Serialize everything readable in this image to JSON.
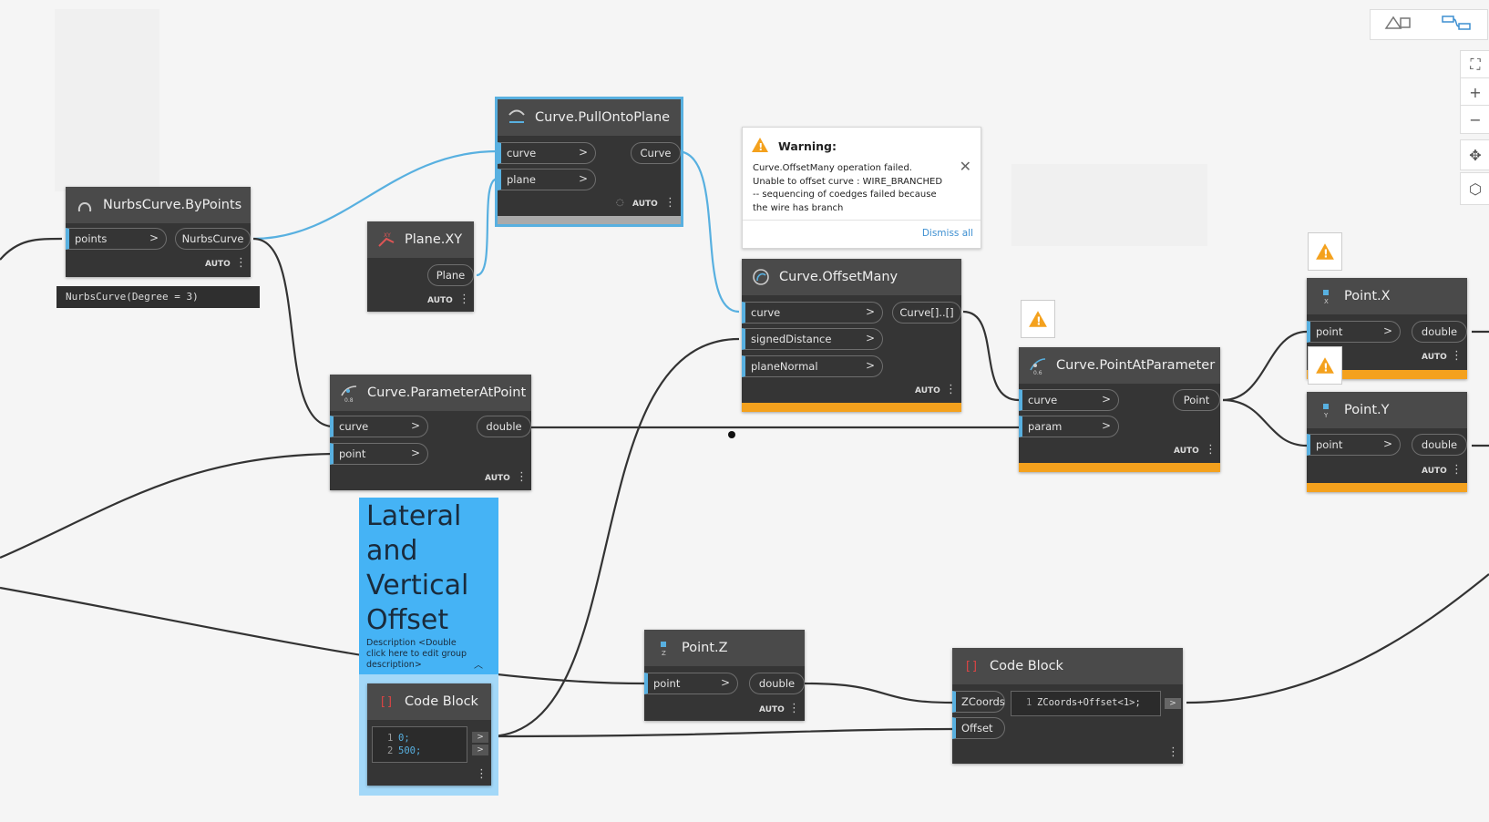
{
  "nodes": {
    "nurbs": {
      "title": "NurbsCurve.ByPoints",
      "in": [
        "points"
      ],
      "out": [
        "NurbsCurve"
      ],
      "lacing": "AUTO",
      "preview": "NurbsCurve(Degree = 3)"
    },
    "pull": {
      "title": "Curve.PullOntoPlane",
      "in": [
        "curve",
        "plane"
      ],
      "out": [
        "Curve"
      ],
      "lacing": "AUTO"
    },
    "planexy": {
      "title": "Plane.XY",
      "out": [
        "Plane"
      ],
      "lacing": "AUTO"
    },
    "offset": {
      "title": "Curve.OffsetMany",
      "in": [
        "curve",
        "signedDistance",
        "planeNormal"
      ],
      "out": [
        "Curve[]..[]"
      ],
      "lacing": "AUTO"
    },
    "paramAtPoint": {
      "title": "Curve.ParameterAtPoint",
      "in": [
        "curve",
        "point"
      ],
      "out": [
        "double"
      ],
      "lacing": "AUTO"
    },
    "pointAtParam": {
      "title": "Curve.PointAtParameter",
      "in": [
        "curve",
        "param"
      ],
      "out": [
        "Point"
      ],
      "lacing": "AUTO"
    },
    "pointx": {
      "title": "Point.X",
      "in": [
        "point"
      ],
      "out": [
        "double"
      ],
      "lacing": "AUTO"
    },
    "pointy": {
      "title": "Point.Y",
      "in": [
        "point"
      ],
      "out": [
        "double"
      ],
      "lacing": "AUTO"
    },
    "pointz": {
      "title": "Point.Z",
      "in": [
        "point"
      ],
      "out": [
        "double"
      ],
      "lacing": "AUTO"
    },
    "code1": {
      "title": "Code Block",
      "lines": [
        "0;",
        "500;"
      ],
      "line_numbers": [
        "1",
        "2"
      ]
    },
    "code2": {
      "title": "Code Block",
      "in": [
        "ZCoords",
        "Offset"
      ],
      "line": "ZCoords+Offset<1>;",
      "line_number": "1",
      "out_arrow": ">"
    }
  },
  "warning": {
    "title": "Warning:",
    "message": "Curve.OffsetMany operation failed.\nUnable to offset curve : WIRE_BRANCHED\n-- sequencing of coedges failed because\nthe wire has branch",
    "dismiss": "Dismiss all"
  },
  "group": {
    "title": "Lateral and Vertical Offset",
    "description": "Description <Double click here to edit group description>"
  },
  "arrow": ">",
  "colors": {
    "accent": "#58b0e0",
    "warning": "#f4a11d",
    "node_body": "#353535",
    "node_header": "#4a4a4a",
    "group": "#45b3f5"
  }
}
